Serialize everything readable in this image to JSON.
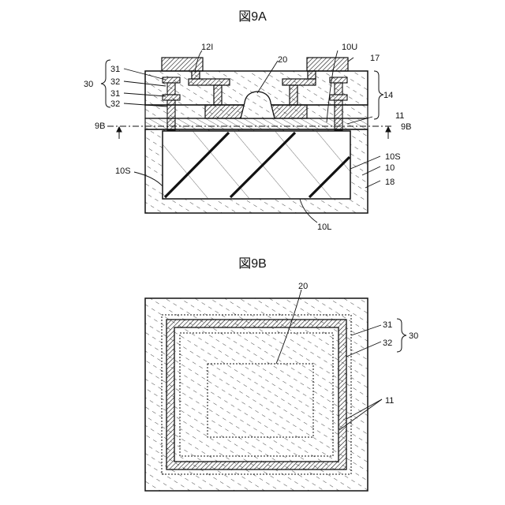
{
  "figure_a": {
    "title": "図9A",
    "labels": {
      "l30": "30",
      "l31a": "31",
      "l32a": "32",
      "l31b": "31",
      "l32b": "32",
      "l12i": "12I",
      "l20": "20",
      "l10u": "10U",
      "l17": "17",
      "l14": "14",
      "l11": "11",
      "l9b_left": "9B",
      "l9b_right": "9B",
      "l10s_left": "10S",
      "l10s_right": "10S",
      "l10": "10",
      "l18": "18",
      "l10l": "10L"
    }
  },
  "figure_b": {
    "title": "図9B",
    "labels": {
      "l20": "20",
      "l31": "31",
      "l32": "32",
      "l30": "30",
      "l11": "11"
    }
  },
  "colors": {
    "stroke": "#111111",
    "insulator_fill": "#ffffff",
    "metal_fill": "#c8c8c8",
    "background": "#ffffff"
  }
}
